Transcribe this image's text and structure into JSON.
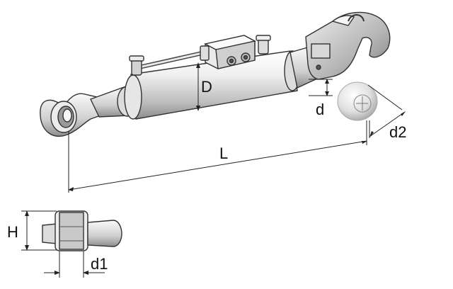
{
  "labels": {
    "D": "D",
    "d": "d",
    "d2": "d2",
    "L": "L",
    "H": "H",
    "d1": "d1"
  },
  "colors": {
    "background": "#ffffff",
    "metal_light": "#f2f2f2",
    "metal_mid": "#c8c8c8",
    "metal_dark": "#8a8a8a",
    "outline": "#333333"
  }
}
